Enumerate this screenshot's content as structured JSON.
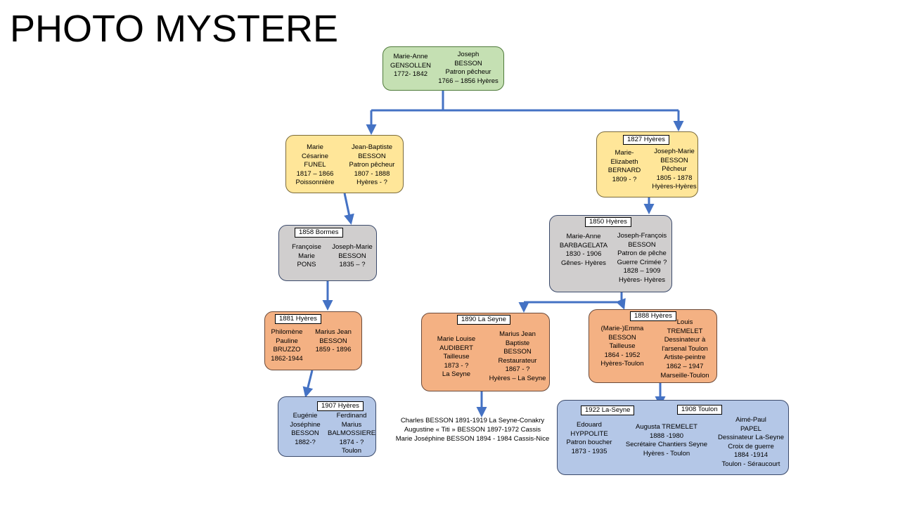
{
  "title": "PHOTO MYSTERE",
  "line_color": "#4472c4",
  "nodes": {
    "root": {
      "left": [
        "Marie-Anne",
        "GENSOLLEN",
        "1772- 1842"
      ],
      "right": [
        "Joseph",
        "BESSON",
        "Patron pêcheur",
        "1766 – 1856 Hyères"
      ]
    },
    "jb": {
      "left": [
        "Marie",
        "Césarine",
        "FUNEL",
        "1817 – 1866",
        "Poissonnière"
      ],
      "right": [
        "Jean-Baptiste",
        "BESSON",
        "Patron pêcheur",
        "1807 - 1888",
        "Hyères - ?"
      ]
    },
    "jm1": {
      "tag": "1827 Hyères",
      "left": [
        "Marie-",
        "Elizabeth",
        "BERNARD",
        "1809 - ?"
      ],
      "right": [
        "Joseph-Marie",
        "BESSON",
        "Pêcheur",
        "1805 - 1878",
        "Hyères-Hyères"
      ]
    },
    "jm2": {
      "tag": "1858 Bormes",
      "left": [
        "Françoise",
        "Marie",
        "PONS"
      ],
      "right": [
        "Joseph-Marie",
        "BESSON",
        "1835 – ?"
      ]
    },
    "jf": {
      "tag": "1850 Hyères",
      "left": [
        "Marie-Anne",
        "BARBAGELATA",
        "1830 - 1906",
        "Gênes- Hyères"
      ],
      "right": [
        "Joseph-François",
        "BESSON",
        "Patron de pêche",
        "Guerre Crimée ?",
        "1828 – 1909",
        "Hyères- Hyères"
      ]
    },
    "mj1": {
      "tag": "1881 Hyères",
      "left": [
        "Philomène",
        "Pauline",
        "BRUZZO",
        "1862-1944"
      ],
      "right": [
        "Marius Jean",
        "BESSON",
        "1859 - 1896"
      ]
    },
    "mj2": {
      "tag": "1890 La Seyne",
      "left": [
        "Marie Louise",
        "AUDIBERT",
        "Tailleuse",
        "1873 - ?",
        "La Seyne"
      ],
      "right": [
        "Marius Jean",
        "Baptiste",
        "BESSON",
        "Restaurateur",
        "1867 - ?",
        "Hyères – La Seyne"
      ]
    },
    "emma": {
      "tag": "1888 Hyères",
      "left": [
        "(Marie-)Emma",
        "BESSON",
        "Tailleuse",
        "1864 - 1952",
        "Hyères-Toulon"
      ],
      "right": [
        "Louis",
        "TREMELET",
        "Dessinateur à",
        "l'arsenal Toulon",
        "Artiste-peintre",
        "1862 – 1947",
        "Marseille-Toulon"
      ]
    },
    "eug": {
      "tag": "1907 Hyères",
      "left": [
        "Eugénie",
        "Joséphine",
        "BESSON",
        "1882-?"
      ],
      "right": [
        "Ferdinand",
        "Marius",
        "BALMOSSIERE",
        "1874 - ?",
        "Toulon"
      ]
    },
    "aug": {
      "tag1": "1922 La-Seyne",
      "tag2": "1908 Toulon",
      "left": [
        "Edouard",
        "HYPPOLITE",
        "Patron boucher",
        "1873 - 1935"
      ],
      "mid": [
        "Augusta TREMELET",
        "1888 -1980",
        "Secrétaire Chantiers Seyne",
        "Hyères - Toulon"
      ],
      "right": [
        "Aimé-Paul",
        "PAPEL",
        "Dessinateur La-Seyne",
        "Croix de guerre",
        "1884 -1914",
        "Toulon - Séraucourt"
      ]
    }
  },
  "children_notes": [
    "Charles BESSON 1891-1919 La Seyne-Conakry",
    "Augustine « Titi » BESSON 1897-1972 Cassis",
    "Marie Joséphine BESSON 1894 - 1984 Cassis-Nice"
  ]
}
